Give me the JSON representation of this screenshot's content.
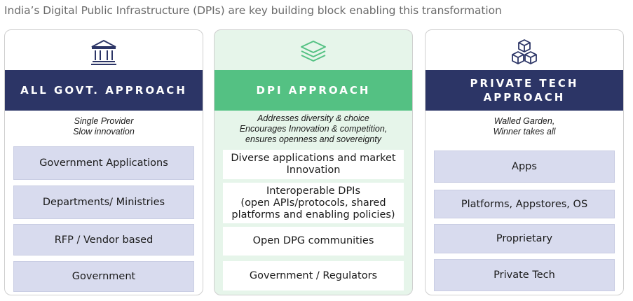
{
  "title": "India’s Digital Public Infrastructure (DPIs) are key building block enabling this transformation",
  "columns": [
    {
      "icon": "bank-building-icon",
      "header": "ALL GOVT. APPROACH",
      "subtitle_lines": [
        "Single Provider",
        "Slow innovation"
      ],
      "layers": [
        "Government Applications",
        "Departments/ Ministries",
        "RFP / Vendor based",
        "Government"
      ]
    },
    {
      "icon": "stacked-layers-icon",
      "header": "DPI APPROACH",
      "subtitle_lines": [
        "Addresses diversity & choice",
        "Encourages Innovation & competition,",
        "ensures openness and sovereignty"
      ],
      "layers": [
        [
          "Diverse applications and market",
          "Innovation"
        ],
        [
          "Interoperable DPIs",
          "(open APIs/protocols, shared",
          "platforms and enabling policies)"
        ],
        [
          "Open DPG communities"
        ],
        [
          "Government / Regulators"
        ]
      ]
    },
    {
      "icon": "stacked-cubes-icon",
      "header_lines": [
        "PRIVATE TECH",
        "APPROACH"
      ],
      "subtitle_lines": [
        "Walled Garden,",
        "Winner takes all"
      ],
      "layers": [
        "Apps",
        "Platforms, Appstores, OS",
        "Proprietary",
        "Private Tech"
      ]
    }
  ],
  "colors": {
    "navy_header": "#2c3566",
    "green_header": "#54c183",
    "green_panel": "#e6f5ea",
    "lavender_box": "#d8dbee",
    "title_gray": "#6b6b6b"
  }
}
